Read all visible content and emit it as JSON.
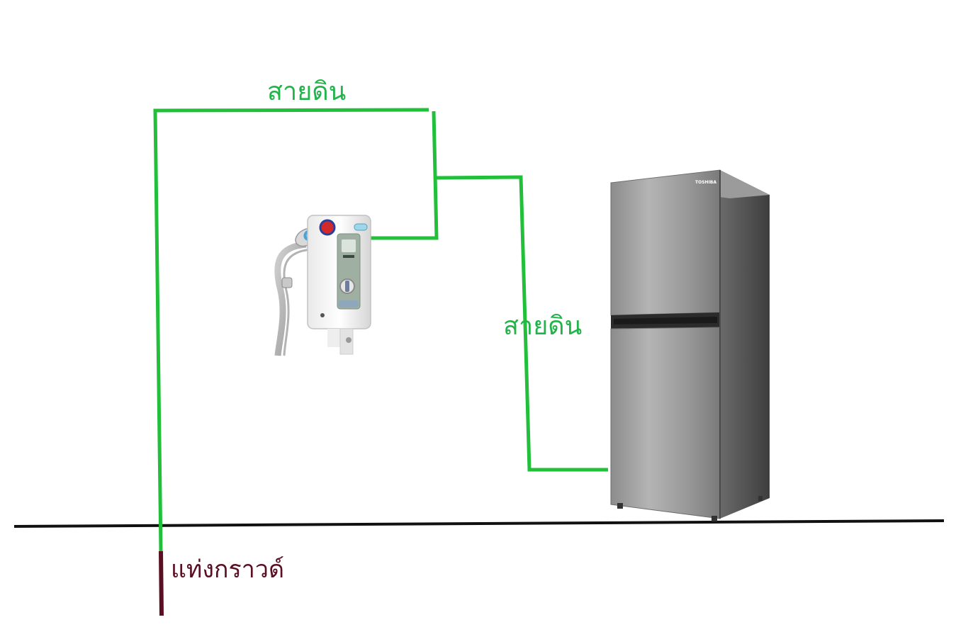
{
  "labels": {
    "earth_wire_top": "สายดิน",
    "earth_wire_mid": "สายดิน",
    "ground_rod": "แท่งกราวด์"
  },
  "devices": {
    "heater": "water-heater",
    "fridge": "refrigerator",
    "fridge_brand": "TOSHIBA"
  },
  "colors": {
    "wire": "#22c03a",
    "ground_rod": "#5a0f22",
    "floor": "#111111"
  }
}
